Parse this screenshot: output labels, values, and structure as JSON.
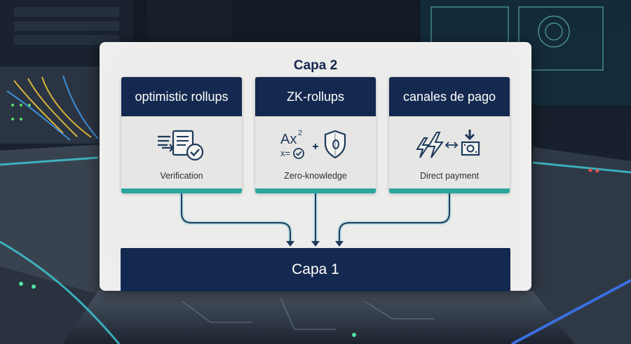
{
  "diagram": {
    "title": "Capa 2",
    "solutions": [
      {
        "name": "optimistic rollups",
        "caption": "Verification",
        "icon": "document-check-icon"
      },
      {
        "name": "ZK-rollups",
        "caption": "Zero-knowledge",
        "icon": "formula-shield-icon"
      },
      {
        "name": "canales de pago",
        "caption": "Direct payment",
        "icon": "lightning-payment-icon"
      }
    ],
    "base_layer": "Capa 1",
    "equation": {
      "term": "Ax",
      "exponent": "2",
      "prefix": "x="
    },
    "colors": {
      "header": "#14294f",
      "accent": "#2aa59e",
      "card": "#ececeb"
    }
  }
}
